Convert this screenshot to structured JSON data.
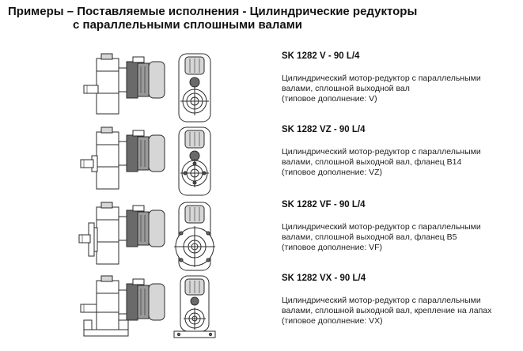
{
  "title": {
    "line1": "Примеры – Поставляемые исполнения - Цилиндрические редукторы",
    "line2": "с параллельными сплошными валами"
  },
  "items": [
    {
      "model": "SK 1282 V - 90 L/4",
      "desc_line1": "Цилиндрический мотор-редуктор с параллельными",
      "desc_line2": "валами, сплошной выходной вал",
      "desc_line3": "(типовое дополнение: V)"
    },
    {
      "model": "SK 1282 VZ - 90 L/4",
      "desc_line1": "Цилиндрический мотор-редуктор с параллельными",
      "desc_line2": "валами, сплошной выходной вал, фланец B14",
      "desc_line3": "(типовое дополнение: VZ)"
    },
    {
      "model": "SK 1282 VF - 90 L/4",
      "desc_line1": "Цилиндрический мотор-редуктор с параллельными",
      "desc_line2": "валами, сплошной выходной вал, фланец B5",
      "desc_line3": "(типовое дополнение: VF)"
    },
    {
      "model": "SK 1282 VX - 90 L/4",
      "desc_line1": "Цилиндрический мотор-редуктор с параллельными",
      "desc_line2": "валами, сплошной выходной вал, крепление на лапах",
      "desc_line3": "(типовое дополнение: VX)"
    }
  ]
}
